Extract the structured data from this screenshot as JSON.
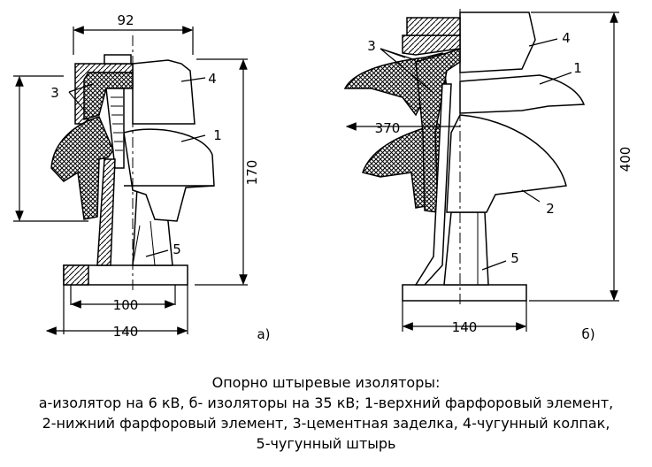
{
  "figure_a": {
    "dims": {
      "top": "92",
      "height": "170",
      "mid": "100",
      "bottom": "140"
    },
    "labels": {
      "cement": "3",
      "cap": "4",
      "porcelain_upper": "1",
      "pin": "5"
    },
    "sub_label": "а)"
  },
  "figure_b": {
    "dims": {
      "diameter": "370",
      "height": "400",
      "bottom": "140"
    },
    "labels": {
      "cement": "3",
      "cap": "4",
      "porcelain_upper": "1",
      "porcelain_lower": "2",
      "pin": "5"
    },
    "sub_label": "б)"
  },
  "caption": {
    "line1": "Опорно штыревые изоляторы:",
    "line2": "а-изолятор на 6 кВ,  б- изоляторы на 35 кВ;  1-верхний фарфоровый элемент,",
    "line3": "2-нижний фарфоровый элемент,  3-цементная заделка,  4-чугунный колпак,",
    "line4": "5-чугунный штырь"
  }
}
